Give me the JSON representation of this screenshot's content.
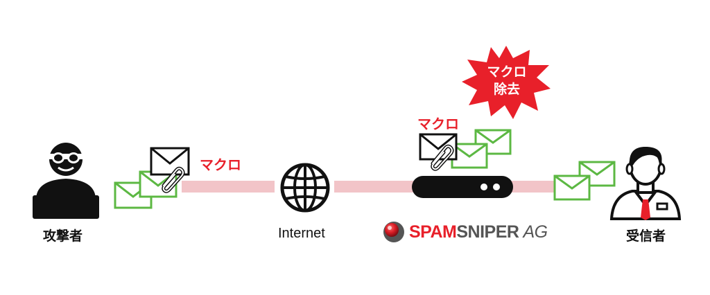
{
  "nodes": {
    "attacker": {
      "label": "攻撃者"
    },
    "internet": {
      "label": "Internet"
    },
    "recipient": {
      "label": "受信者"
    }
  },
  "macro_labels": {
    "left": "マクロ",
    "right": "マクロ"
  },
  "burst": {
    "line1": "マクロ",
    "line2": "除去"
  },
  "brand": {
    "part1": "SPAM",
    "part2": "SNIPER",
    "part3": "AG"
  },
  "colors": {
    "accent_red": "#e8202a",
    "line_pink": "#f2c4c8",
    "envelope_green": "#5cb843",
    "dark": "#111111",
    "brand_grey": "#555555"
  },
  "icons": [
    "hacker-icon",
    "globe-icon",
    "appliance-icon",
    "businessman-icon",
    "envelope-icon",
    "paperclip-icon",
    "brand-logo-icon"
  ]
}
